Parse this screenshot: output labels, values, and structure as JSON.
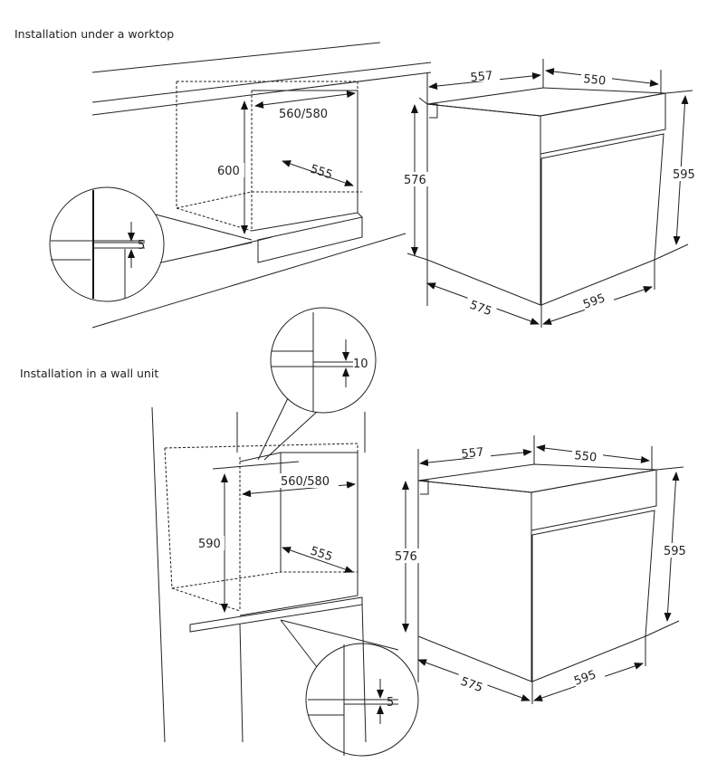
{
  "sections": {
    "worktop": {
      "title": "Installation under a worktop",
      "niche": {
        "height": "600",
        "width": "560/580",
        "depth": "555",
        "gap": "5"
      },
      "oven": {
        "side_depth": "557",
        "front_depth": "550",
        "body_height": "576",
        "front_height": "595",
        "bottom_depth": "575",
        "bottom_width": "595"
      }
    },
    "wall_unit": {
      "title": "Installation in a wall unit",
      "niche": {
        "height": "590",
        "width": "560/580",
        "depth": "555",
        "top_gap": "10",
        "bottom_gap": "5"
      },
      "oven": {
        "side_depth": "557",
        "front_depth": "550",
        "body_height": "576",
        "front_height": "595",
        "bottom_depth": "575",
        "bottom_width": "595"
      }
    }
  }
}
